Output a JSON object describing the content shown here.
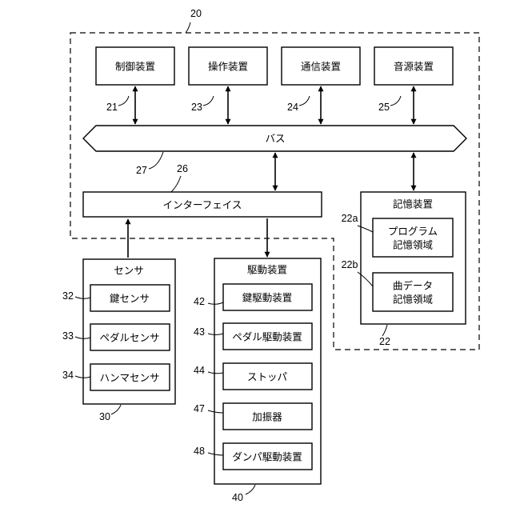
{
  "refs": {
    "system": "20",
    "control": "21",
    "operation": "23",
    "communication": "24",
    "sound_source": "25",
    "bus": "27",
    "interface": "26",
    "storage": "22",
    "program_area": "22a",
    "song_area": "22b",
    "sensor": "30",
    "key_sensor": "32",
    "pedal_sensor": "33",
    "hammer_sensor": "34",
    "drive": "40",
    "key_drive": "42",
    "pedal_drive": "43",
    "stopper": "44",
    "exciter": "47",
    "damper_drive": "48"
  },
  "labels": {
    "control": "制御装置",
    "operation": "操作装置",
    "communication": "通信装置",
    "sound_source": "音源装置",
    "bus": "バス",
    "interface": "インターフェイス",
    "storage": "記憶装置",
    "program_area_1": "プログラム",
    "program_area_2": "記憶領域",
    "song_area_1": "曲データ",
    "song_area_2": "記憶領域",
    "sensor": "センサ",
    "key_sensor": "鍵センサ",
    "pedal_sensor": "ペダルセンサ",
    "hammer_sensor": "ハンマセンサ",
    "drive": "駆動装置",
    "key_drive": "鍵駆動装置",
    "pedal_drive": "ペダル駆動装置",
    "stopper": "ストッパ",
    "exciter": "加振器",
    "damper_drive": "ダンパ駆動装置"
  }
}
